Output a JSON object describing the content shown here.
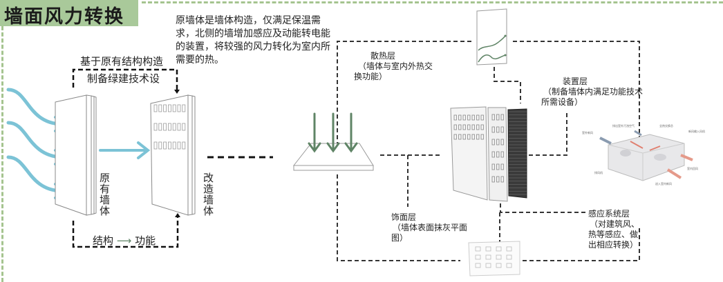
{
  "title": "墙面风力转换",
  "description": "原墙体是墙体构造，仅满足保温需求，北侧的墙增加感应及动能转电能的装置，将较强的风力转化为室内所需要的热。",
  "left_section": {
    "top_label_line1": "基于原有结构构造",
    "top_label_line2": "制备绿建技术设",
    "original_wall_label": "原有墙体",
    "modified_wall_label": "改造墙体",
    "bottom_label_left": "结构",
    "bottom_label_arrow": "⟶",
    "bottom_label_right": "功能"
  },
  "layers": {
    "heat_dissipation": {
      "title": "散热层",
      "desc_line1": "（墙体与室内外热交",
      "desc_line2": "换功能）"
    },
    "device": {
      "title": "装置层",
      "desc_line1": "（制备墙体内满足功能技术",
      "desc_line2": "所需设备）"
    },
    "finish": {
      "title": "饰面层",
      "desc_line1": "（墙体表面抹灰平面",
      "desc_line2": "图）"
    },
    "sensing": {
      "title": "感应系统层",
      "desc_line1": "（对建筑风、",
      "desc_line2": "热等感应、做",
      "desc_line3": "出相应转换）"
    }
  },
  "device_image_labels": [
    "室外新风",
    "排出室外污浊空气",
    "全热交换芯",
    "新风输入风机",
    "室内回风",
    "送入室内新风",
    "排风机"
  ],
  "colors": {
    "frame_green": "#a5c48f",
    "title_bg": "#a9c99a",
    "wind_blue": "#7cc3d6",
    "arrow_green": "#5f8466",
    "dash": "#333333"
  }
}
